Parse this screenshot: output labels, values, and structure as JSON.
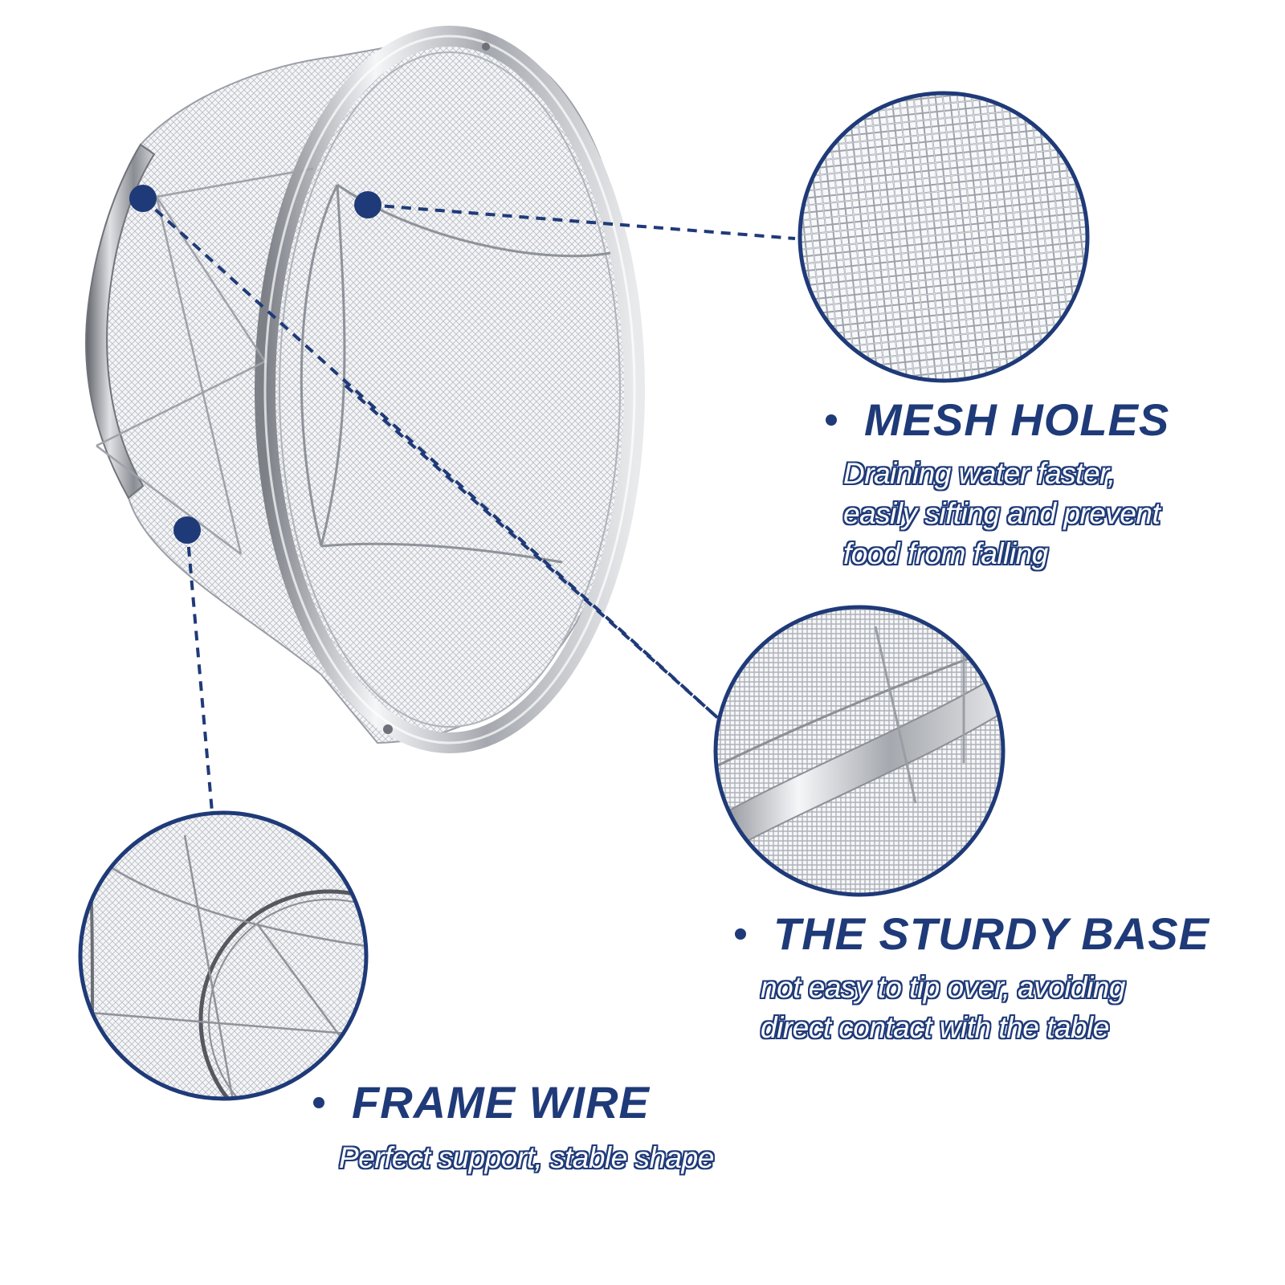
{
  "colors": {
    "accent": "#1f3a78",
    "steel": "#c9ccd1",
    "background": "#ffffff"
  },
  "features": {
    "mesh": {
      "title": "MESH HOLES",
      "description_lines": [
        "Draining water faster,",
        "easily sifting and prevent",
        "food from falling"
      ]
    },
    "base": {
      "title": "THE STURDY BASE",
      "description_lines": [
        "not easy to tip over, avoiding",
        "direct contact with the table"
      ]
    },
    "frame": {
      "title": "FRAME WIRE",
      "description_lines": [
        "Perfect support, stable shape"
      ]
    }
  }
}
